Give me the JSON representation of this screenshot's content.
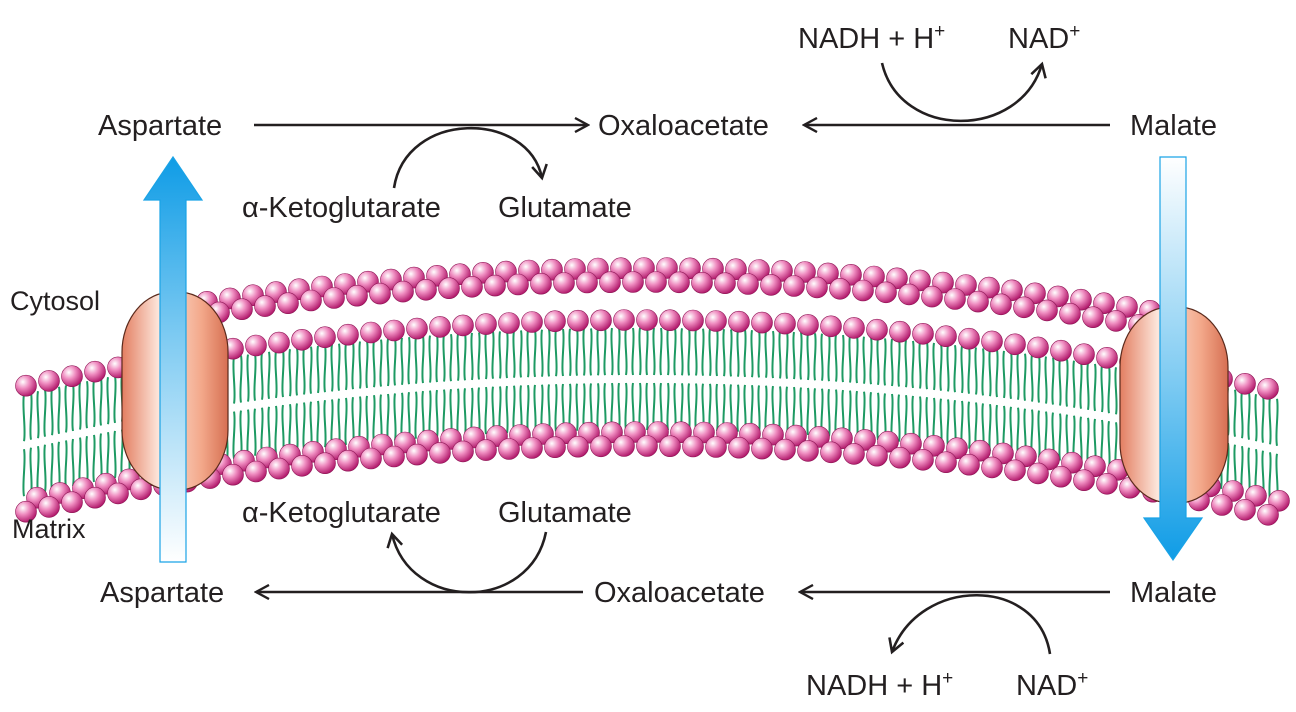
{
  "labels": {
    "cytosol": "Cytosol",
    "matrix": "Matrix"
  },
  "cytosol_reactions": {
    "aspartate": "Aspartate",
    "oxaloacetate": "Oxaloacetate",
    "malate": "Malate",
    "alpha_ketoglutarate": "α-Ketoglutarate",
    "glutamate": "Glutamate",
    "nadh": "NADH + H",
    "nadh_sup": "+",
    "nad": "NAD",
    "nad_sup": "+"
  },
  "matrix_reactions": {
    "aspartate": "Aspartate",
    "oxaloacetate": "Oxaloacetate",
    "malate": "Malate",
    "alpha_ketoglutarate": "α-Ketoglutarate",
    "glutamate": "Glutamate",
    "nadh": "NADH + H",
    "nadh_sup": "+",
    "nad": "NAD",
    "nad_sup": "+"
  },
  "colors": {
    "head_group": "#e2579f",
    "lipid_tail": "#1e9a63",
    "transporter": "#f0a184",
    "transport_arrow": "#1aa3e6",
    "text": "#231f20"
  }
}
